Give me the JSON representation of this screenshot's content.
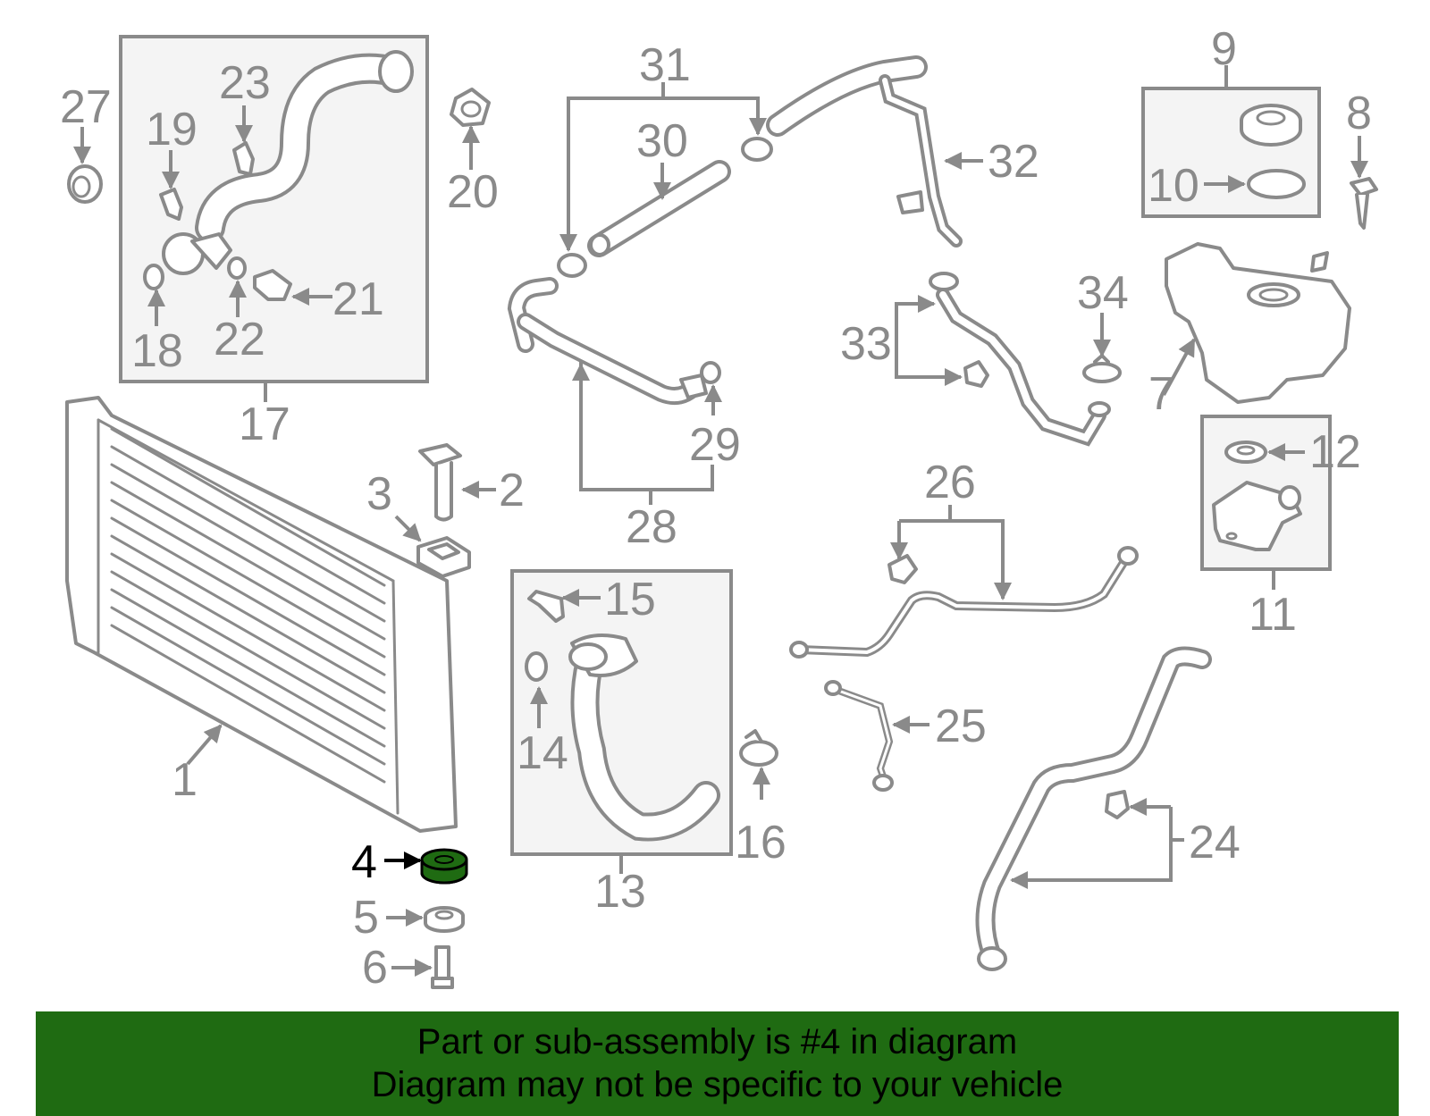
{
  "labels": {
    "l1": "1",
    "l2": "2",
    "l3": "3",
    "l4": "4",
    "l5": "5",
    "l6": "6",
    "l7": "7",
    "l8": "8",
    "l9": "9",
    "l10": "10",
    "l11": "11",
    "l12": "12",
    "l13": "13",
    "l14": "14",
    "l15": "15",
    "l16": "16",
    "l17": "17",
    "l18": "18",
    "l19": "19",
    "l20": "20",
    "l21": "21",
    "l22": "22",
    "l23": "23",
    "l24": "24",
    "l25": "25",
    "l26": "26",
    "l27": "27",
    "l28": "28",
    "l29": "29",
    "l30": "30",
    "l31": "31",
    "l32": "32",
    "l33": "33",
    "l34": "34"
  },
  "colors": {
    "line": "#8a8a8a",
    "highlight_part": "#1f6b12",
    "banner_bg": "#1f6b12",
    "box_fill": "#f4f4f4"
  },
  "banner": {
    "line1": "Part or sub-assembly is #4 in diagram",
    "line2": "Diagram may not be specific to your vehicle"
  }
}
